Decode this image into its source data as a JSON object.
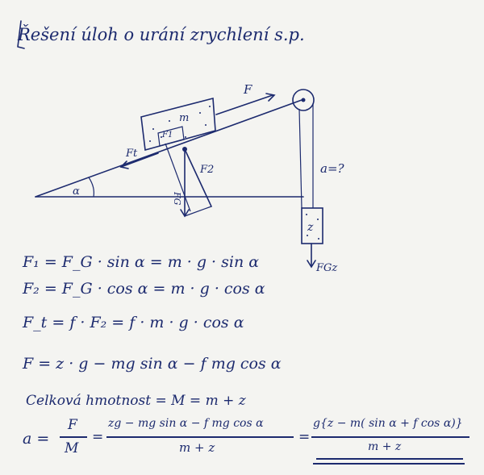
{
  "title": "Řešení úloh o urání zrychlení s.p.",
  "diagram": {
    "label_F": "F",
    "label_m": "m",
    "label_F1": "F1",
    "label_Ft": "Ft",
    "label_FG": "FG",
    "label_F2": "F2",
    "label_alpha": "α",
    "label_a": "a=?",
    "label_z": "z",
    "label_FGz": "FGz"
  },
  "equations": {
    "eq1": "F₁ = F_G · sin α = m · g · sin α",
    "eq2": "F₂ = F_G · cos α = m · g · cos α",
    "eq3": "F_t = f · F₂ = f · m · g · cos α",
    "eq4": "F = z · g − mg sin α − f mg cos α",
    "eq5": "Celková hmotnost = M = m + z",
    "final_lhs": "a =",
    "final_num1": "F",
    "final_den1": "M",
    "final_eq1": "=",
    "final_num2": "zg − mg sin α − f mg cos α",
    "final_den2": "m + z",
    "final_eq2": "=",
    "final_num3": "g{z − m( sin α + f cos α)}",
    "final_den3": "m + z"
  }
}
